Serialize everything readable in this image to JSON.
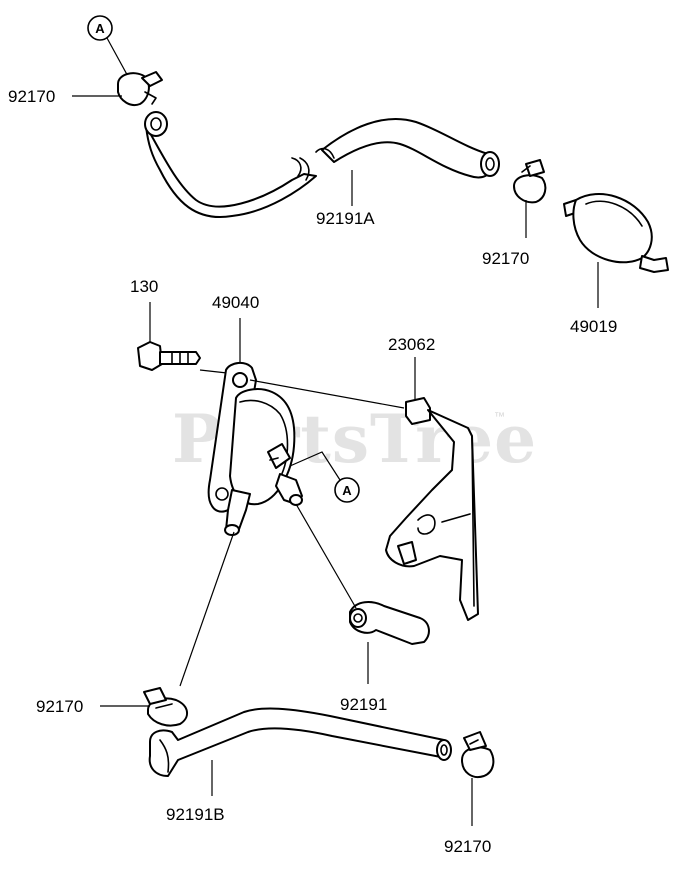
{
  "watermark": {
    "text": "PartsTree",
    "tm": "™"
  },
  "callouts": [
    {
      "id": "a-top",
      "text": "A"
    },
    {
      "id": "a-mid",
      "text": "A"
    }
  ],
  "labels": [
    {
      "id": "clamp-top-left",
      "text": "92170"
    },
    {
      "id": "hose-a",
      "text": "92191A"
    },
    {
      "id": "clamp-top-right",
      "text": "92170"
    },
    {
      "id": "fuel-filter",
      "text": "49019"
    },
    {
      "id": "bolt",
      "text": "130"
    },
    {
      "id": "fuel-pump",
      "text": "49040"
    },
    {
      "id": "bracket",
      "text": "23062"
    },
    {
      "id": "hose",
      "text": "92191"
    },
    {
      "id": "clamp-bottom-left",
      "text": "92170"
    },
    {
      "id": "hose-b",
      "text": "92191B"
    },
    {
      "id": "clamp-bottom-right",
      "text": "92170"
    }
  ]
}
